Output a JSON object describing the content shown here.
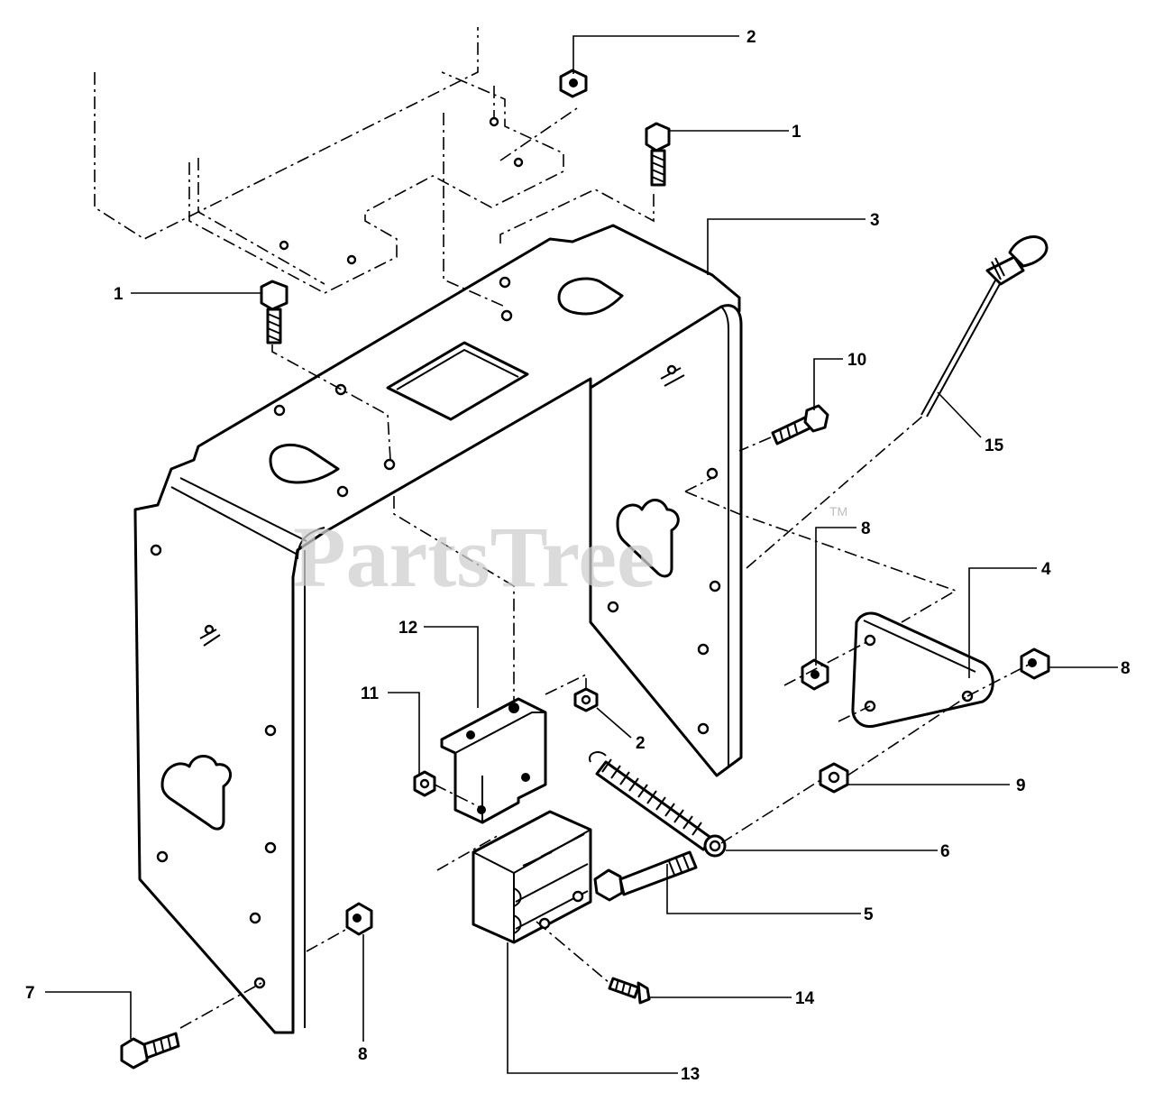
{
  "watermark": {
    "text": "PartsTree",
    "trademark": "TM"
  },
  "callouts": [
    "2",
    "1",
    "3",
    "1",
    "10",
    "15",
    "8",
    "4",
    "8",
    "12",
    "11",
    "2",
    "9",
    "6",
    "5",
    "7",
    "8",
    "14",
    "13"
  ],
  "colors": {
    "ink": "#000000",
    "paper": "#ffffff",
    "watermark": "#cfcfcf"
  }
}
